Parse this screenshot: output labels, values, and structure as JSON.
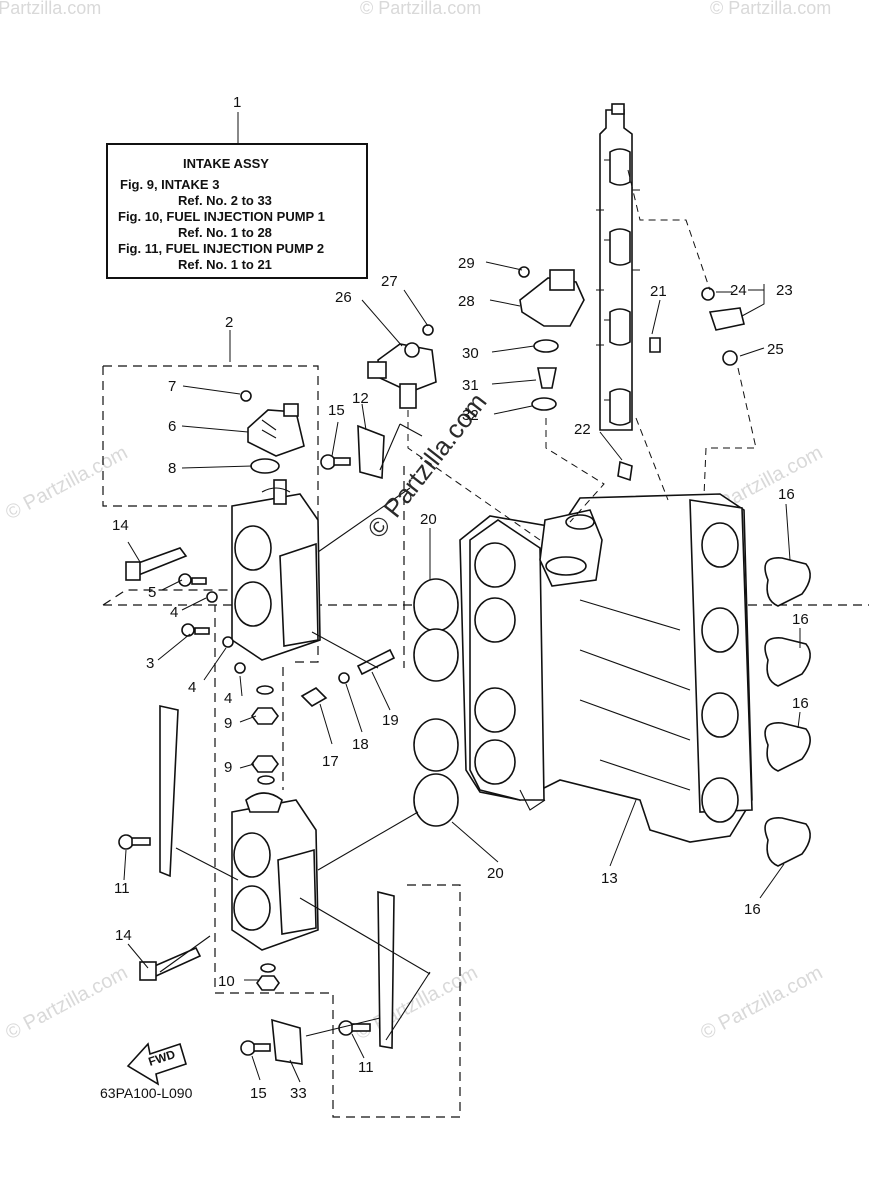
{
  "legend": {
    "title": "INTAKE ASSY",
    "lines": [
      "Fig. 9, INTAKE 3",
      "Ref. No. 2 to 33",
      "Fig. 10, FUEL INJECTION PUMP 1",
      "Ref. No. 1 to 28",
      "Fig. 11, FUEL INJECTION PUMP 2",
      "Ref. No. 1 to 21"
    ]
  },
  "watermark": {
    "text": "© Partzilla.com",
    "center_text": "© Partzilla.com"
  },
  "diagram_code": "63PA100-L090",
  "fwd_label": "FWD",
  "callouts": [
    {
      "id": "c1",
      "label": "1"
    },
    {
      "id": "c2",
      "label": "2"
    },
    {
      "id": "c3",
      "label": "3"
    },
    {
      "id": "c4a",
      "label": "4"
    },
    {
      "id": "c4b",
      "label": "4"
    },
    {
      "id": "c4c",
      "label": "4"
    },
    {
      "id": "c5",
      "label": "5"
    },
    {
      "id": "c6",
      "label": "6"
    },
    {
      "id": "c7",
      "label": "7"
    },
    {
      "id": "c8",
      "label": "8"
    },
    {
      "id": "c9a",
      "label": "9"
    },
    {
      "id": "c9b",
      "label": "9"
    },
    {
      "id": "c10",
      "label": "10"
    },
    {
      "id": "c11a",
      "label": "11"
    },
    {
      "id": "c11b",
      "label": "11"
    },
    {
      "id": "c12",
      "label": "12"
    },
    {
      "id": "c13",
      "label": "13"
    },
    {
      "id": "c14a",
      "label": "14"
    },
    {
      "id": "c14b",
      "label": "14"
    },
    {
      "id": "c15a",
      "label": "15"
    },
    {
      "id": "c15b",
      "label": "15"
    },
    {
      "id": "c16a",
      "label": "16"
    },
    {
      "id": "c16b",
      "label": "16"
    },
    {
      "id": "c16c",
      "label": "16"
    },
    {
      "id": "c16d",
      "label": "16"
    },
    {
      "id": "c17",
      "label": "17"
    },
    {
      "id": "c18",
      "label": "18"
    },
    {
      "id": "c19",
      "label": "19"
    },
    {
      "id": "c20a",
      "label": "20"
    },
    {
      "id": "c20b",
      "label": "20"
    },
    {
      "id": "c21",
      "label": "21"
    },
    {
      "id": "c22",
      "label": "22"
    },
    {
      "id": "c23",
      "label": "23"
    },
    {
      "id": "c24",
      "label": "24"
    },
    {
      "id": "c25",
      "label": "25"
    },
    {
      "id": "c26",
      "label": "26"
    },
    {
      "id": "c27",
      "label": "27"
    },
    {
      "id": "c28",
      "label": "28"
    },
    {
      "id": "c29",
      "label": "29"
    },
    {
      "id": "c30",
      "label": "30"
    },
    {
      "id": "c31",
      "label": "31"
    },
    {
      "id": "c32",
      "label": "32"
    },
    {
      "id": "c33",
      "label": "33"
    }
  ]
}
